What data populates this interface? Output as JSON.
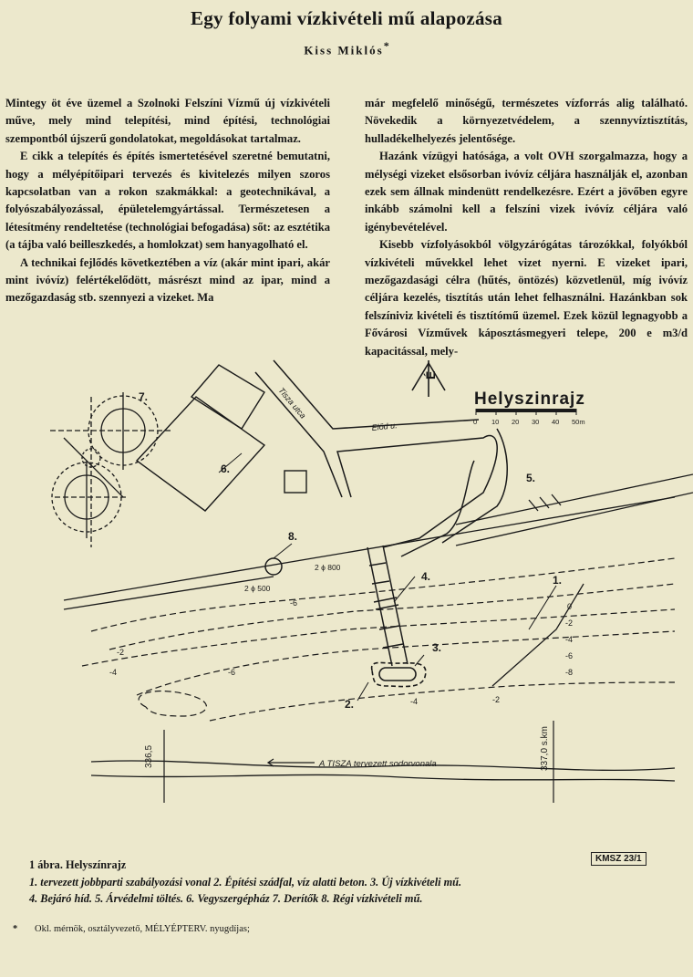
{
  "article": {
    "title": "Egy folyami vízkivételi mű alapozása",
    "author": "Kiss Miklós",
    "author_mark": "*"
  },
  "body": {
    "left": [
      "Mintegy öt éve üzemel a Szolnoki Felszíni Vízmű új vízkivételi műve, mely mind telepítési, mind építési, technológiai szempontból újszerű gondolatokat, megoldásokat tartalmaz.",
      "E cikk a telepítés és építés ismertetésével szeretné bemutatni, hogy a mélyépítőipari tervezés és kivitelezés milyen szoros kapcsolatban van a rokon szakmákkal: a geotechnikával, a folyószabályozással, épületelemgyártással. Természetesen a létesítmény rendeltetése (technológiai befogadása) sőt: az esztétika (a tájba való beilleszkedés, a homlokzat) sem hanyagolható el.",
      "A technikai fejlődés következtében a víz (akár mint ipari, akár mint ivóvíz) felértékelődött, másrészt mind az ipar, mind a mezőgazdaság stb. szennyezi a vizeket. Ma"
    ],
    "right": [
      "már megfelelő minőségű, természetes vízforrás alig található. Növekedik a környezetvédelem, a szennyvíztisztítás, hulladékelhelyezés jelentősége.",
      "Hazánk vízügyi hatósága, a volt OVH szorgalmazza, hogy a mélységi vizeket elsősorban ivóvíz céljára használják el, azonban ezek sem állnak mindenütt rendelkezésre. Ezért a jövőben egyre inkább számolni kell a felszíni vizek ivóvíz céljára való igénybevételével.",
      "Kisebb vízfolyásokból völgyzárógátas tározókkal, folyókból vízkivételi művekkel lehet vizet nyerni. E vizeket ipari, mezőgazdasági célra (hűtés, öntözés) közvetlenül, míg ivóvíz céljára kezelés, tisztítás után lehet felhasználni. Hazánkban sok felszíniviz kivételi és tisztítómű üzemel. Ezek közül legnagyobb a Fővárosi Vízművek káposztásmegyeri telepe, 200 e m3/d kapacitással, mely-"
    ]
  },
  "map": {
    "title": "Helyszinrajz",
    "scale_ticks": [
      "0",
      "10",
      "20",
      "30",
      "40",
      "50m"
    ],
    "north": "É",
    "street_tisza": "Tisza utca",
    "street_eloed": "Előd u.",
    "river_label": "A TISZA  tervezett sodorvonala",
    "km_left": "336,5",
    "km_right": "337,0 s.km",
    "pipe_800": "2 ϕ 800",
    "pipe_500": "2 ϕ 500",
    "numbers": [
      "1.",
      "2.",
      "3.",
      "4.",
      "5.",
      "6.",
      "7.",
      "8."
    ],
    "depths": [
      "0",
      "-2",
      "-4",
      "-6",
      "-2",
      "-4",
      "-6",
      "-8",
      "-6",
      "-4",
      "-2"
    ]
  },
  "figure": {
    "ref": "KMSZ 23/1",
    "caption_title": "1 ábra. Helyszínrajz",
    "caption_line1": "1. tervezett jobbparti szabályozási vonal 2. Építési szádfal, víz alatti beton. 3. Új vízkivételi mű.",
    "caption_line2": "4. Bejáró híd. 5. Árvédelmi töltés. 6. Vegyszergépház 7. Derítők 8. Régi vízkivételi mű."
  },
  "footnote": {
    "mark": "*",
    "text": "Okl. mérnök, osztályvezető, MÉLYÉPTERV. nyugdíjas;"
  }
}
